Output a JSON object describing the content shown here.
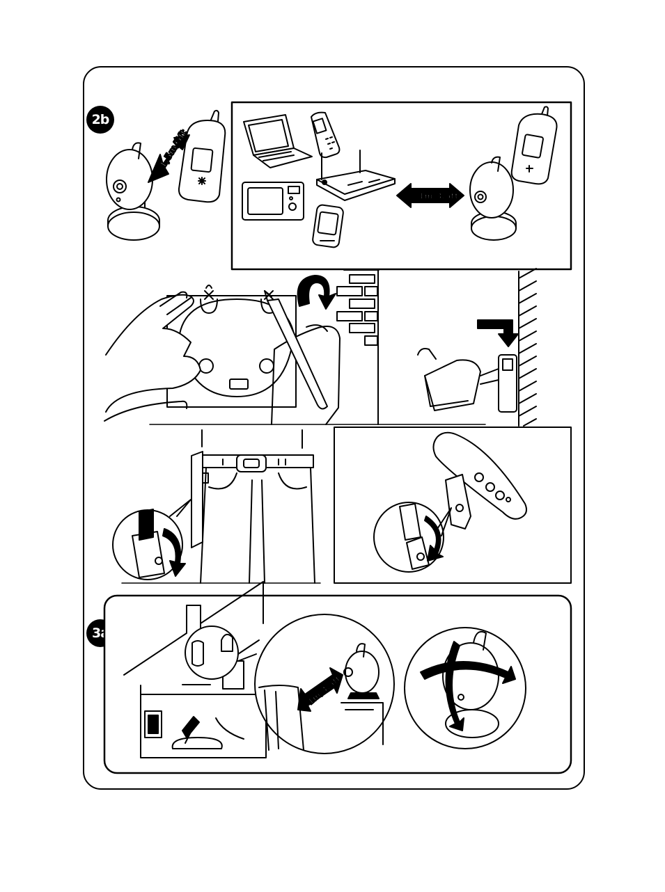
{
  "steps": {
    "step_2b": "2b",
    "step_3a": "3a"
  },
  "distance_labels": {
    "parent_unit_close": ">1,5m/5ft",
    "interference_sources": ">1m/3.5ft",
    "room_placement": ">1m/3.5ft"
  },
  "icons": [
    "laptop-icon",
    "cordless-phone-icon",
    "wifi-router-icon",
    "microwave-icon",
    "mobile-phone-icon",
    "baby-unit-icon",
    "parent-unit-icon",
    "rotation-arrow-icon"
  ],
  "colors": {
    "ink": "#000000",
    "paper": "#ffffff",
    "shade": "#d9d9d9"
  }
}
